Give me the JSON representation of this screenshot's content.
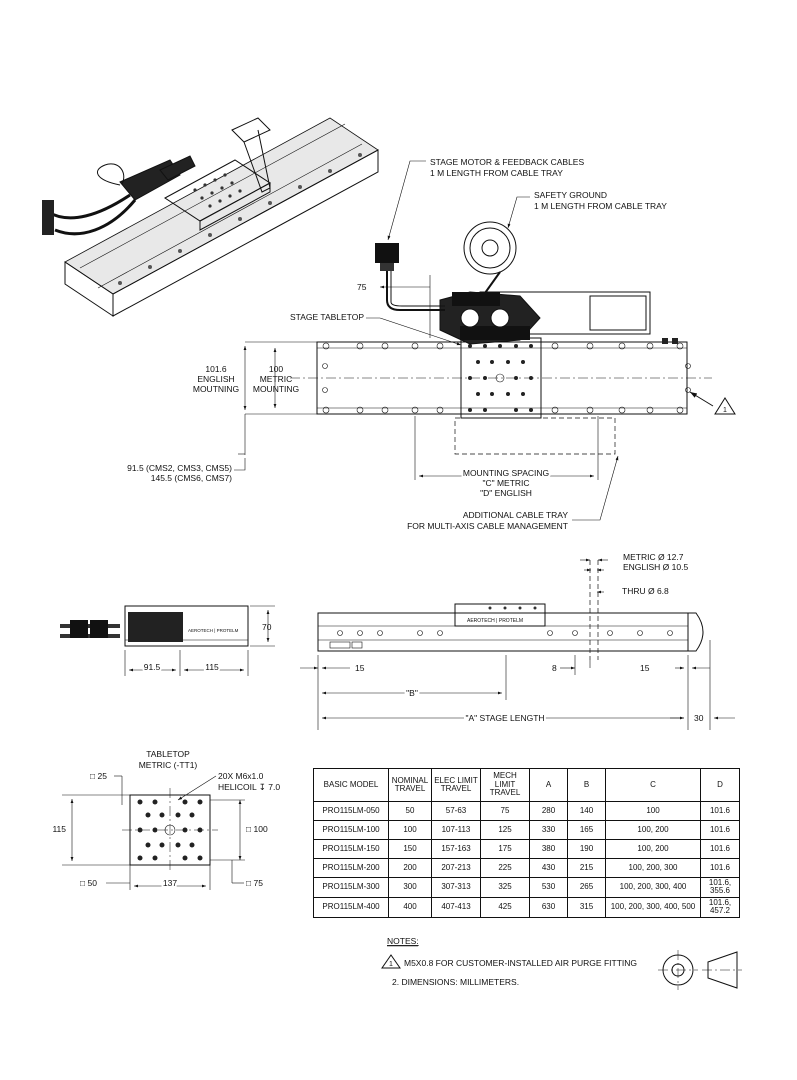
{
  "top_view": {
    "cables_label_1": "STAGE MOTOR & FEEDBACK CABLES",
    "cables_label_2": "1 M LENGTH FROM CABLE TRAY",
    "ground_label_1": "SAFETY GROUND",
    "ground_label_2": "1 M LENGTH FROM CABLE TRAY",
    "dim_75": "75",
    "tabletop_label": "STAGE TABLETOP",
    "english_1": "101.6",
    "english_2": "ENGLISH",
    "english_3": "MOUTNING",
    "metric_1": "100",
    "metric_2": "METRIC",
    "metric_3": "MOUNTING",
    "note_flag": "1",
    "cms_1": "91.5 (CMS2, CMS3, CMS5)",
    "cms_2": "145.5 (CMS6, CMS7)",
    "spacing_1": "MOUNTING SPACING",
    "spacing_2": "\"C\" METRIC",
    "spacing_3": "\"D\" ENGLISH",
    "tray_1": "ADDITIONAL CABLE TRAY",
    "tray_2": "FOR MULTI-AXIS CABLE MANAGEMENT"
  },
  "side_view": {
    "metric_bore": "METRIC Ø 12.7",
    "english_bore": "ENGLISH Ø 10.5",
    "thru": "THRU Ø 6.8",
    "dim_15_left": "15",
    "dim_8": "8",
    "dim_15_right": "15",
    "dim_b": "\"B\"",
    "dim_a": "\"A\" STAGE LENGTH",
    "dim_30": "30",
    "end_70": "70",
    "end_91_5": "91.5",
    "end_115": "115",
    "brand": "AEROTECH | PROTELM"
  },
  "tabletop_view": {
    "title_1": "TABLETOP",
    "title_2": "METRIC (-TT1)",
    "holes_1": "20X M6x1.0",
    "holes_2": "HELICOIL ↧ 7.0",
    "sq_25": "□ 25",
    "dim_115": "115",
    "sq_100": "□ 100",
    "sq_50": "□ 50",
    "dim_137": "137",
    "sq_75": "□ 75"
  },
  "table": {
    "headers": [
      "BASIC MODEL",
      "NOMINAL TRAVEL",
      "ELEC LIMIT TRAVEL",
      "MECH LIMIT TRAVEL",
      "A",
      "B",
      "C",
      "D"
    ],
    "rows": [
      [
        "PRO115LM-050",
        "50",
        "57-63",
        "75",
        "280",
        "140",
        "100",
        "101.6"
      ],
      [
        "PRO115LM-100",
        "100",
        "107-113",
        "125",
        "330",
        "165",
        "100, 200",
        "101.6"
      ],
      [
        "PRO115LM-150",
        "150",
        "157-163",
        "175",
        "380",
        "190",
        "100, 200",
        "101.6"
      ],
      [
        "PRO115LM-200",
        "200",
        "207-213",
        "225",
        "430",
        "215",
        "100, 200, 300",
        "101.6"
      ],
      [
        "PRO115LM-300",
        "300",
        "307-313",
        "325",
        "530",
        "265",
        "100, 200, 300, 400",
        "101.6, 355.6"
      ],
      [
        "PRO115LM-400",
        "400",
        "407-413",
        "425",
        "630",
        "315",
        "100, 200, 300, 400, 500",
        "101.6, 457.2"
      ]
    ]
  },
  "notes": {
    "heading": "NOTES:",
    "note1_num": "1",
    "note1": "M5X0.8 FOR CUSTOMER-INSTALLED AIR PURGE FITTING",
    "note2": "2.   DIMENSIONS: MILLIMETERS."
  }
}
